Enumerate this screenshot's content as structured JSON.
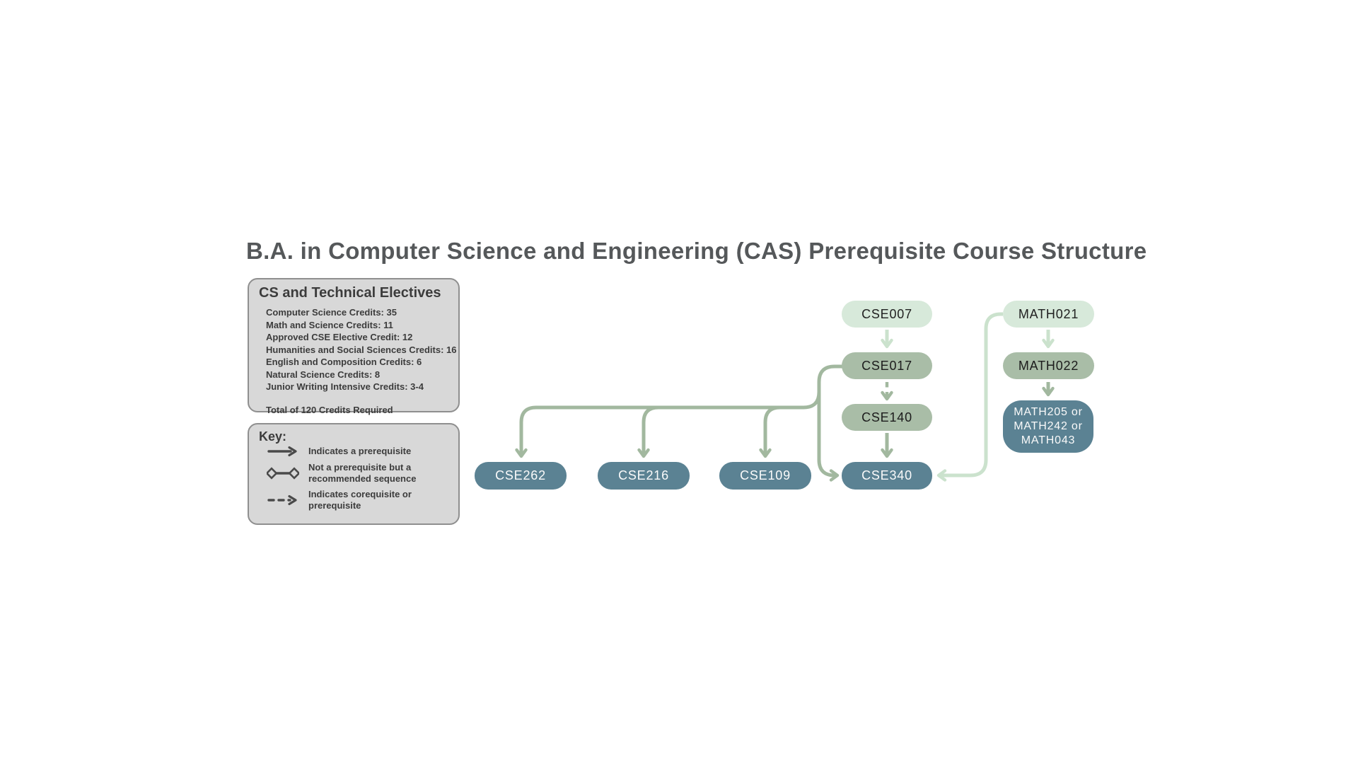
{
  "title": "B.A. in Computer Science and Engineering (CAS) Prerequisite Course Structure",
  "electives_panel": {
    "heading": "CS and Technical Electives",
    "lines": [
      "Computer Science Credits: 35",
      "Math and Science Credits: 11",
      "Approved CSE Elective Credit: 12",
      "Humanities and Social Sciences Credits: 16",
      "English and Composition Credits: 6",
      "Natural Science Credits: 8",
      "Junior Writing Intensive Credits: 3-4"
    ],
    "total": "Total of 120 Credits Required"
  },
  "key_panel": {
    "heading": "Key:",
    "items": [
      {
        "icon": "solid-arrow-icon",
        "label": "Indicates a prerequisite"
      },
      {
        "icon": "diamond-connector-icon",
        "label": "Not a prerequisite but a recommended sequence"
      },
      {
        "icon": "dashed-arrow-icon",
        "label": "Indicates corequisite or prerequisite"
      }
    ]
  },
  "nodes": {
    "cse007": {
      "label": "CSE007",
      "style": "mint"
    },
    "math021": {
      "label": "MATH021",
      "style": "mint"
    },
    "cse017": {
      "label": "CSE017",
      "style": "sage"
    },
    "math022": {
      "label": "MATH022",
      "style": "sage"
    },
    "cse140": {
      "label": "CSE140",
      "style": "sage"
    },
    "math2xx": {
      "label": "MATH205 or MATH242 or MATH043",
      "style": "dark"
    },
    "cse262": {
      "label": "CSE262",
      "style": "dark"
    },
    "cse216": {
      "label": "CSE216",
      "style": "dark"
    },
    "cse109": {
      "label": "CSE109",
      "style": "dark"
    },
    "cse340": {
      "label": "CSE340",
      "style": "dark"
    }
  },
  "edges": [
    {
      "from": "CSE007",
      "to": "CSE017",
      "type": "prerequisite"
    },
    {
      "from": "MATH021",
      "to": "MATH022",
      "type": "prerequisite"
    },
    {
      "from": "CSE017",
      "to": "CSE140",
      "type": "corequisite-or-prerequisite"
    },
    {
      "from": "CSE140",
      "to": "CSE340",
      "type": "prerequisite"
    },
    {
      "from": "MATH022",
      "to": "MATH205 or MATH242 or MATH043",
      "type": "prerequisite"
    },
    {
      "from": "CSE017",
      "to": "CSE262",
      "type": "prerequisite"
    },
    {
      "from": "CSE017",
      "to": "CSE216",
      "type": "prerequisite"
    },
    {
      "from": "CSE017",
      "to": "CSE109",
      "type": "prerequisite"
    },
    {
      "from": "CSE017",
      "to": "CSE340",
      "type": "prerequisite"
    },
    {
      "from": "MATH021",
      "to": "CSE340",
      "type": "prerequisite"
    }
  ],
  "colors": {
    "mint_node": "#d7e9da",
    "sage_node": "#a9bda7",
    "dark_node": "#5b8293",
    "arrow_light": "#cbe2cd",
    "arrow_sage": "#a2b89f",
    "panel_bg": "#d8d8d8",
    "panel_border": "#8f8f8f",
    "title_text": "#55585a",
    "key_icon": "#4a4a4a"
  }
}
